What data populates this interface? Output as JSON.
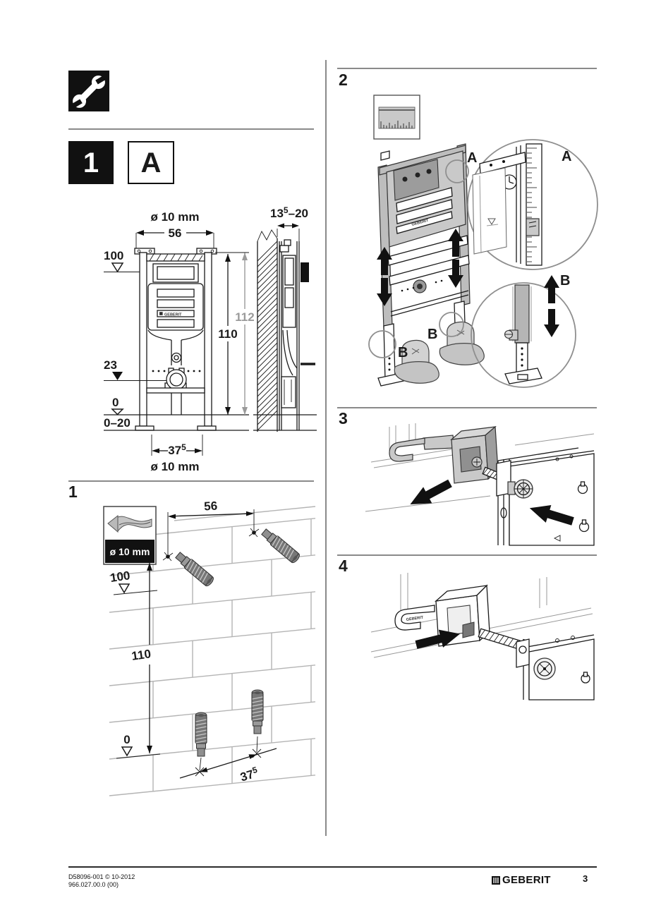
{
  "icons": {
    "tool": "wrench-icon",
    "step1_inset": "drill-bit-icon",
    "step2_inset": "ruler-icon",
    "footer": "geberit-logo-icon"
  },
  "colors": {
    "ink": "#1a1a1a",
    "dim_gray": "#9a9a9a",
    "rule_gray": "#8a8a8a",
    "fill_light_gray": "#c9c9c9",
    "fill_mid_gray": "#b5b5b5",
    "brick_gray": "#b4b4b4",
    "box_black": "#111111"
  },
  "header": {
    "step_box": "1",
    "variant_box": "A"
  },
  "overview": {
    "drill_label_top": "ø 10 mm",
    "dim_top_width": "56",
    "dim_100": "100",
    "dim_112": "112",
    "dim_110": "110",
    "dim_23": "23",
    "dim_0": "0",
    "dim_floor_range": "0–20",
    "dim_foot_width": {
      "base": "37",
      "sup": "5"
    },
    "drill_label_bottom": "ø 10 mm",
    "dim_wall_depth": {
      "base": "13",
      "sup": "5",
      "rest": "–20"
    },
    "cistern_brand": "GEBERIT"
  },
  "step1": {
    "number": "1",
    "inset_label": "ø 10 mm",
    "dim_hole_spacing": "56",
    "dim_100": "100",
    "dim_110": "110",
    "dim_0": "0",
    "dim_anchor_spacing": {
      "base": "37",
      "sup": "5"
    }
  },
  "step2": {
    "number": "2",
    "detail_a_marker": "A",
    "detail_a_label": "A",
    "detail_b_marker_left": "B",
    "detail_b_marker_right": "B",
    "detail_b_label": "B",
    "cistern_brand": "GEBERIT"
  },
  "step3": {
    "number": "3"
  },
  "step4": {
    "number": "4",
    "bracket_brand": "GEBERIT"
  },
  "footer": {
    "document_id": "D58096-001 © 10-2012",
    "article_number": "966.027.00.0 (00)",
    "brand": "GEBERIT",
    "page_number": "3"
  }
}
